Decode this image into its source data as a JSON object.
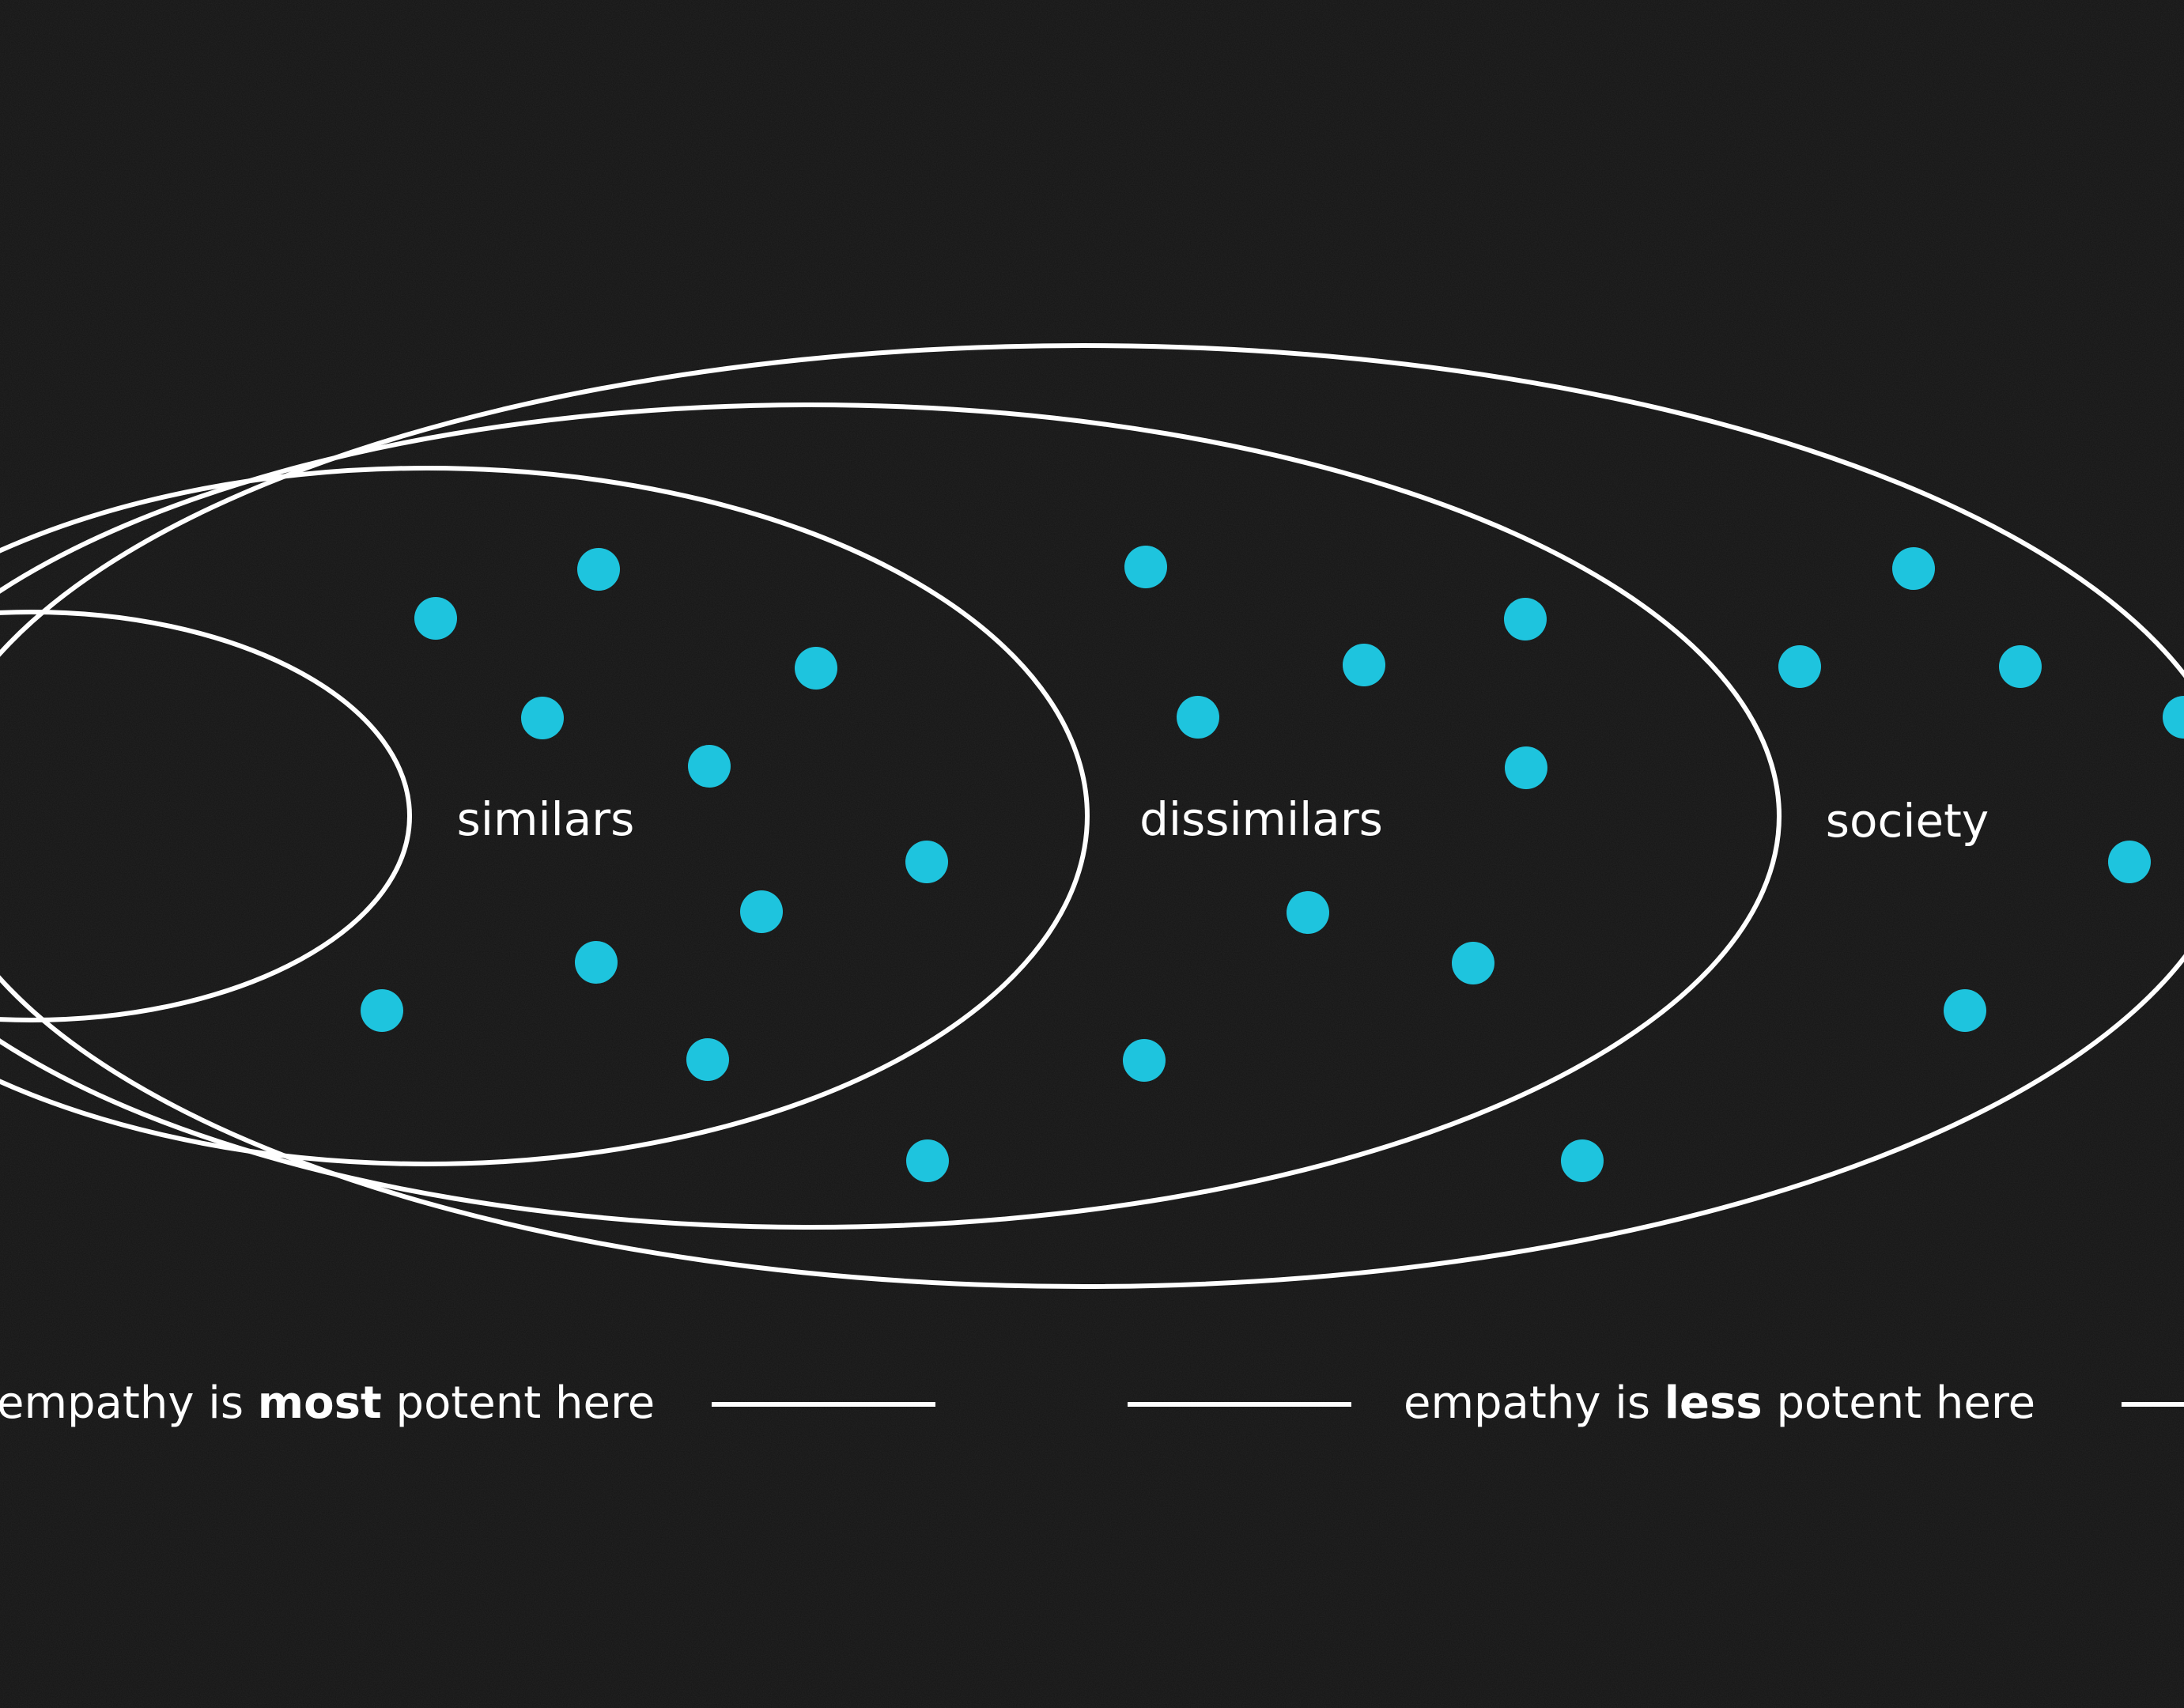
{
  "colors": {
    "background": "#141414",
    "ring": "#ffffff",
    "dot": "#1ec4de",
    "text": "#ffffff"
  },
  "zones": {
    "inner": "similars",
    "middle": "dissimilars",
    "outer": "society"
  },
  "captions": {
    "left": {
      "before": "empathy is ",
      "emphasis": "most",
      "after": " potent here"
    },
    "right": {
      "before": "empathy is ",
      "emphasis": "less",
      "after": " potent here"
    }
  }
}
